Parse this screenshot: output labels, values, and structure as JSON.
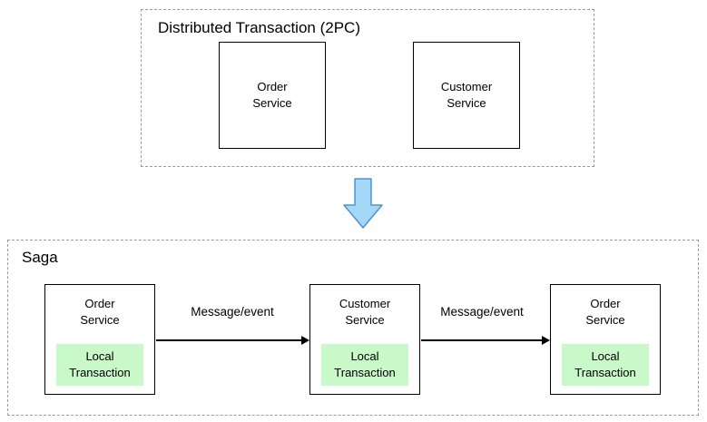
{
  "top_group": {
    "title": "Distributed Transaction (2PC)",
    "boxes": [
      {
        "label": "Order\nService"
      },
      {
        "label": "Customer\nService"
      }
    ]
  },
  "saga_group": {
    "title": "Saga",
    "nodes": [
      {
        "label": "Order\nService",
        "sub_label": "Local\nTransaction"
      },
      {
        "label": "Customer\nService",
        "sub_label": "Local\nTransaction"
      },
      {
        "label": "Order\nService",
        "sub_label": "Local\nTransaction"
      }
    ],
    "edges": [
      {
        "label": "Message/event"
      },
      {
        "label": "Message/event"
      }
    ]
  },
  "colors": {
    "local_transaction_bg": "#c9f8c9",
    "down_arrow_fill": "#a5d8f7",
    "down_arrow_stroke": "#4f93ce",
    "dashed_border": "#9b9b9b",
    "box_border": "#000000"
  }
}
